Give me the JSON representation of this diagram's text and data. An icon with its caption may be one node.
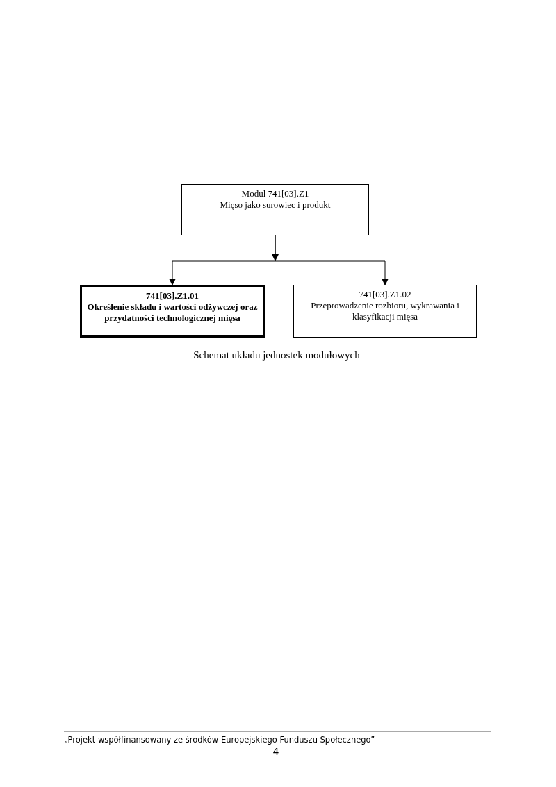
{
  "diagram": {
    "caption": "Schemat układu jednostek modułowych",
    "nodes": [
      {
        "text": [
          "Modul 741[03].Z1",
          "Mięso jako surowiec i produkt"
        ]
      },
      {
        "text": [
          "741[03].Z1.01",
          "Określenie składu i wartości odżywczej oraz przydatności technologicznej mięsa"
        ]
      },
      {
        "text": [
          "741[03].Z1.02",
          "Przeprowadzenie rozbioru, wykrawania i klasyfikacji mięsa"
        ]
      }
    ],
    "edges": [
      {
        "from": 0,
        "to": 1,
        "arrow": "to"
      },
      {
        "from": 0,
        "to": 2,
        "arrow": "to"
      }
    ],
    "labels": [
      "„Projekt współfinansowany ze środków Europejskiego Funduszu Społecznego”",
      "4"
    ]
  }
}
